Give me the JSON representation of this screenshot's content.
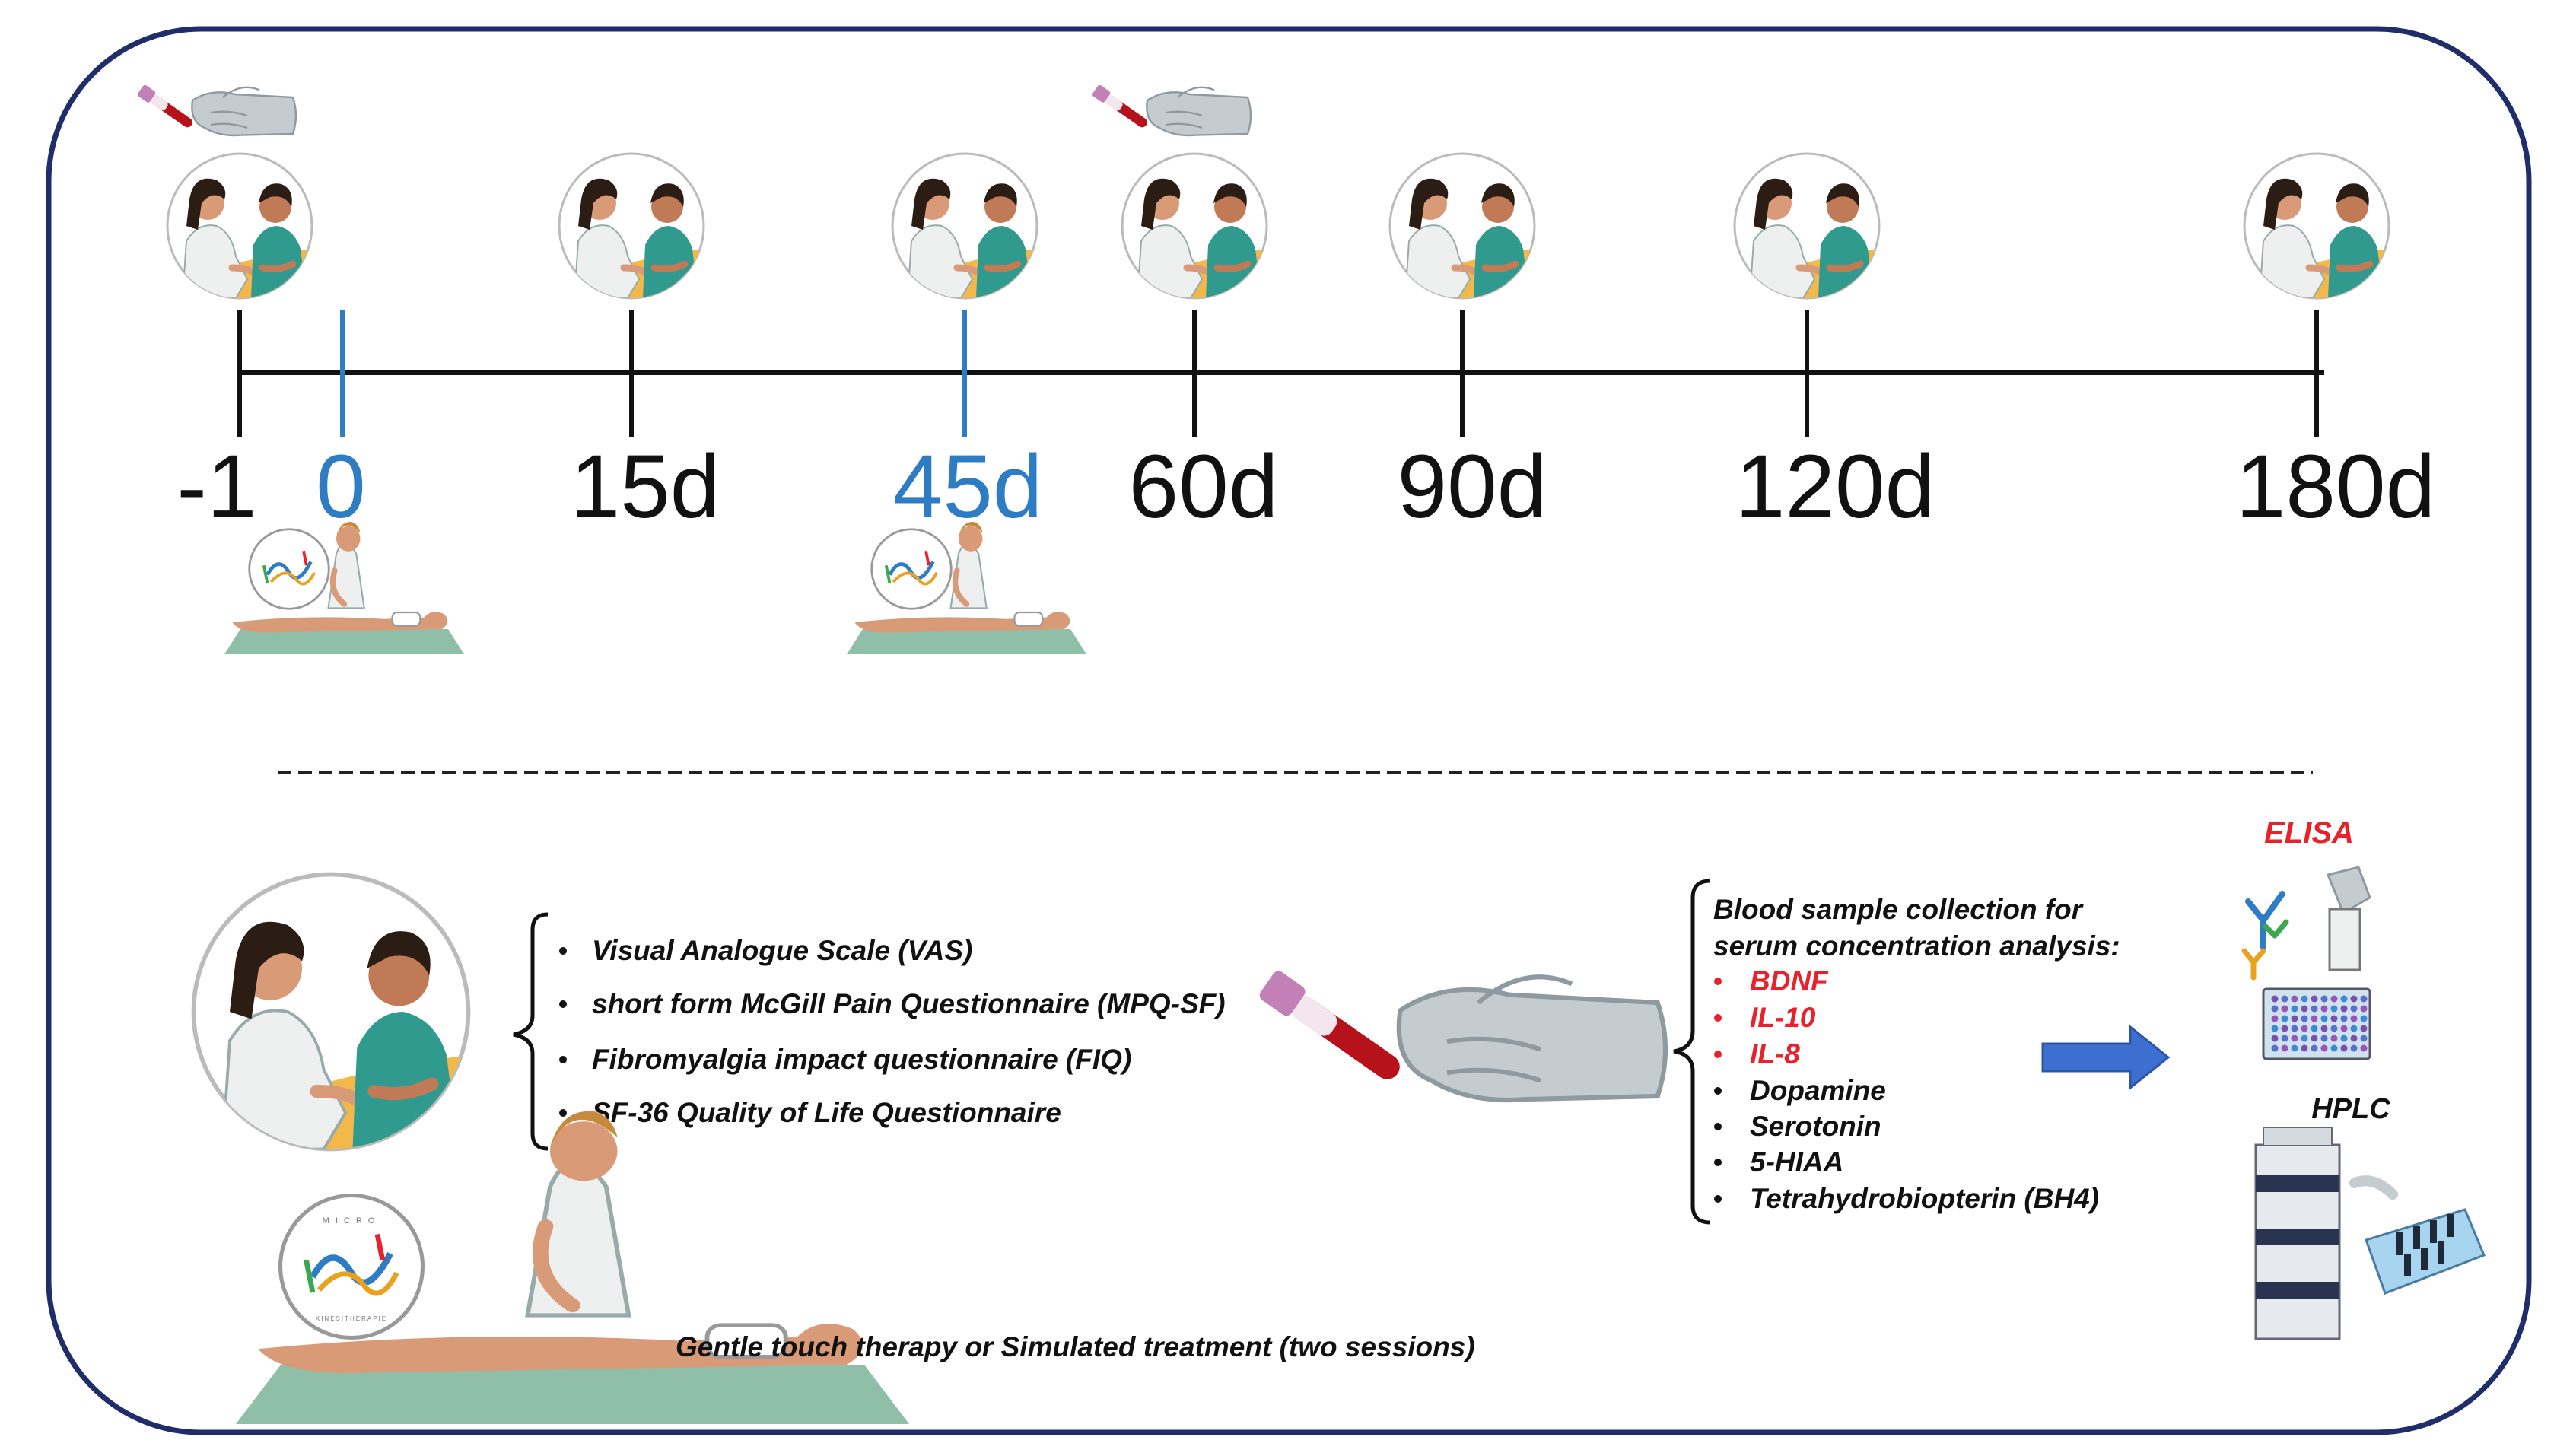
{
  "timeline": {
    "ticks": [
      {
        "label": "-1",
        "color": "black",
        "consult": true,
        "blood": true,
        "therapy": false
      },
      {
        "label": "0",
        "color": "blue",
        "consult": false,
        "blood": false,
        "therapy": true
      },
      {
        "label": "15d",
        "color": "black",
        "consult": true,
        "blood": false,
        "therapy": false
      },
      {
        "label": "45d",
        "color": "blue",
        "consult": true,
        "blood": false,
        "therapy": true
      },
      {
        "label": "60d",
        "color": "black",
        "consult": true,
        "blood": true,
        "therapy": false
      },
      {
        "label": "90d",
        "color": "black",
        "consult": true,
        "blood": false,
        "therapy": false
      },
      {
        "label": "120d",
        "color": "black",
        "consult": true,
        "blood": false,
        "therapy": false
      },
      {
        "label": "180d",
        "color": "black",
        "consult": true,
        "blood": false,
        "therapy": false
      }
    ]
  },
  "questionnaires": [
    "Visual Analogue Scale (VAS)",
    "short form McGill Pain Questionnaire (MPQ-SF)",
    "Fibromyalgia impact questionnaire (FIQ)",
    "SF-36 Quality of Life Questionnaire"
  ],
  "blood": {
    "heading_line1": "Blood sample collection for",
    "heading_line2": "serum concentration analysis:",
    "analytes": [
      {
        "name": "BDNF",
        "color": "red"
      },
      {
        "name": "IL-10",
        "color": "red"
      },
      {
        "name": "IL-8",
        "color": "red"
      },
      {
        "name": "Dopamine",
        "color": "black"
      },
      {
        "name": "Serotonin",
        "color": "black"
      },
      {
        "name": "5-HIAA",
        "color": "black"
      },
      {
        "name": "Tetrahydrobiopterin (BH4)",
        "color": "black"
      }
    ]
  },
  "methods": {
    "elisa": "ELISA",
    "hplc": "HPLC"
  },
  "therapy_caption": "Gentle touch therapy or Simulated treatment (two sessions)",
  "logo_text": {
    "top": "MICRO",
    "bottom": "KINESITHERAPIE"
  },
  "colors": {
    "frame": "#1f2d6b",
    "blue": "#2d7cc4",
    "red": "#e8212a",
    "black": "#111111",
    "arrow": "#3d6fd0",
    "skin": "#d99a78",
    "coat": "#eef0ef",
    "teal": "#2f9a8d",
    "desk": "#f2b94a",
    "mat": "#8fbfa9",
    "glove": "#c4ccd0",
    "blood": "#b5121b"
  },
  "icons": [
    "consultation-icon",
    "blood-sample-icon",
    "therapy-icon",
    "elisa-icon",
    "hplc-icon",
    "arrow-icon",
    "logo-icon"
  ]
}
